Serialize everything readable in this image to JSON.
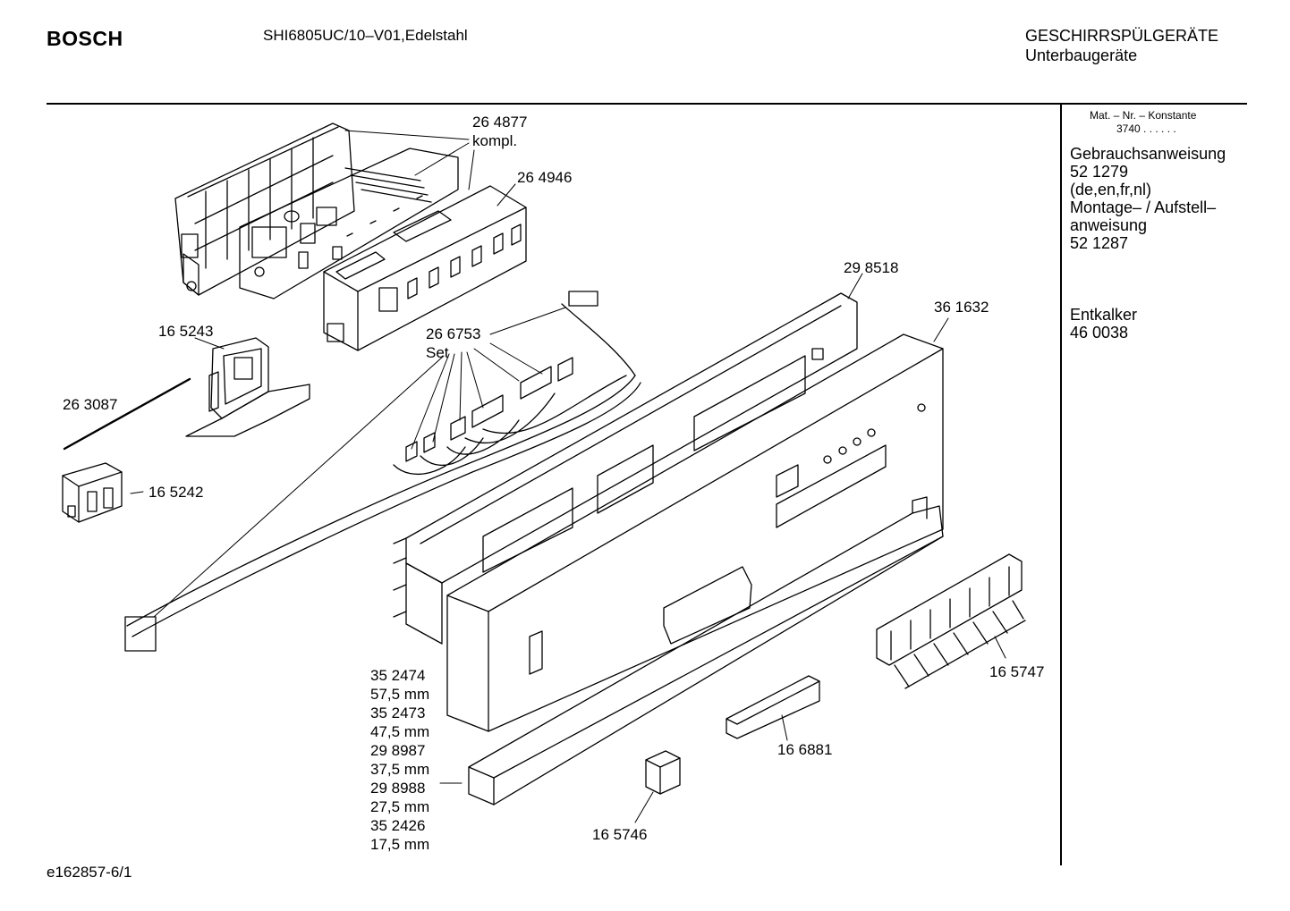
{
  "header": {
    "brand": "BOSCH",
    "model": "SHI6805UC/10–V01,Edelstahl",
    "category": "GESCHIRRSPÜLGERÄTE",
    "subcategory": "Unterbaugeräte"
  },
  "sidebar": {
    "mat_header": "Mat. – Nr. – Konstante",
    "mat_value": "3740  .  .  .  .  .  .",
    "items": [
      "Gebrauchsanweisung",
      "52 1279",
      "(de,en,fr,nl)",
      "Montage– / Aufstell–",
      "anweisung",
      "52 1287"
    ],
    "descaler_label": "Entkalker",
    "descaler_number": "46 0038"
  },
  "parts": {
    "p264877": "26 4877",
    "p264877_note": "kompl.",
    "p264946": "26 4946",
    "p298518": "29 8518",
    "p361632": "36 1632",
    "p165243": "16 5243",
    "p266753": "26 6753",
    "p266753_note": "Set",
    "p263087": "26 3087",
    "p165242": "16 5242",
    "p165747": "16 5747",
    "p166881": "16 6881",
    "p165746": "16 5746",
    "variants": [
      "35 2474",
      "57,5 mm",
      "35 2473",
      "47,5 mm",
      "29 8987",
      "37,5 mm",
      "29 8988",
      "27,5 mm",
      "35 2426",
      "17,5 mm"
    ]
  },
  "footer": {
    "drawing_id": "e162857-6/1"
  }
}
